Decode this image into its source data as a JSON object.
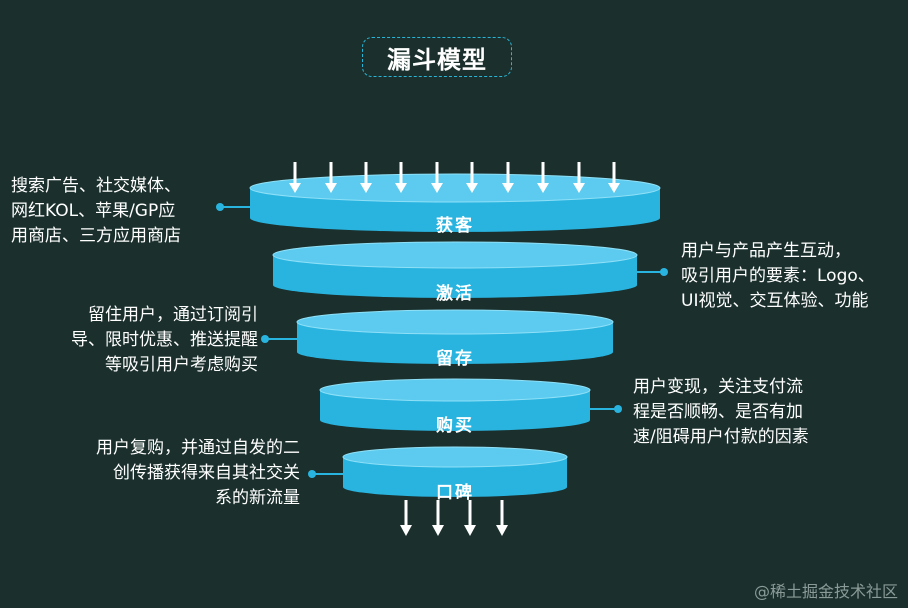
{
  "title": "漏斗模型",
  "colors": {
    "background": "#1b302d",
    "disk_side": "#29b4e0",
    "disk_top": "#5ccbef",
    "connector": "#29b4e0",
    "arrow": "#ffffff"
  },
  "stages": [
    {
      "name": "获客",
      "description": [
        "搜索广告、社交媒体、",
        "网红KOL、苹果/GP应",
        "用商店、三方应用商店"
      ],
      "side": "left"
    },
    {
      "name": "激活",
      "description": [
        "用户与产品产生互动，",
        "吸引用户的要素：Logo、",
        "UI视觉、交互体验、功能"
      ],
      "side": "right"
    },
    {
      "name": "留存",
      "description": [
        "留住用户，通过订阅引",
        "导、限时优惠、推送提醒",
        "等吸引用户考虑购买"
      ],
      "side": "left"
    },
    {
      "name": "购买",
      "description": [
        "用户变现，关注支付流",
        "程是否顺畅、是否有加",
        "速/阻碍用户付款的因素"
      ],
      "side": "right"
    },
    {
      "name": "口碑",
      "description": [
        "用户复购，并通过自发的二",
        "创传播获得来自其社交关",
        "系的新流量"
      ],
      "side": "left"
    }
  ],
  "watermark": "@稀土掘金技术社区"
}
